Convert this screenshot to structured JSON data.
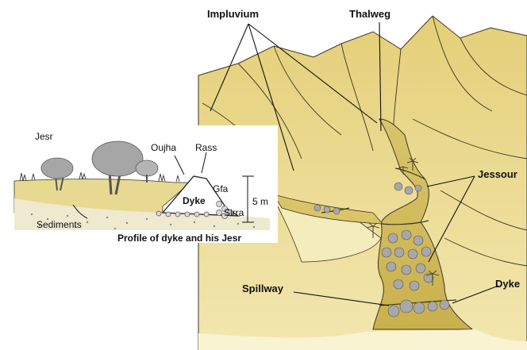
{
  "labels": {
    "impluvium": "Impluvium",
    "thalweg": "Thalweg",
    "jessour": "Jessour",
    "spillway": "Spillway",
    "dyke_main": "Dyke"
  },
  "inset": {
    "jesr": "Jesr",
    "oujha": "Oujha",
    "rass": "Rass",
    "gfa": "Gfa",
    "dyke": "Dyke",
    "sirra": "Sirra",
    "height": "5 m",
    "sediments": "Sediments",
    "caption": "Profile of dyke and his Jesr"
  },
  "colors": {
    "sand_light": "#f7edc0",
    "sand": "#e9d98a",
    "sand_dark": "#d3bd5c",
    "outline": "#3a3520",
    "tree": "#9e9e9e",
    "tree_dark": "#6f6f6f"
  }
}
